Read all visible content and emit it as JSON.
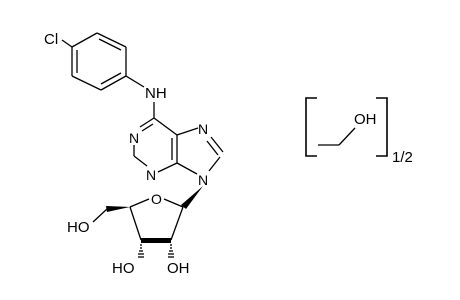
{
  "atoms": {
    "cl": "Cl",
    "nh": "NH",
    "n1": "N",
    "n3": "N",
    "n7": "N",
    "n9": "N",
    "o_ring": "O",
    "ho_5": "HO",
    "ho_3": "HO",
    "oh_2": "OH",
    "oh_methanol": "OH"
  },
  "solvate": {
    "stoichiometry": "1/2"
  }
}
